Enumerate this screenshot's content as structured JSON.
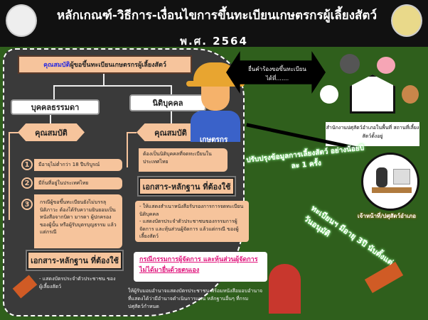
{
  "header": {
    "title": "หลักเกณฑ์-วิธีการ-เงื่อนไขการขึ้นทะเบียนเกษตรกรผู้เลี้ยงสัตว์",
    "year": "พ.ศ. 2564"
  },
  "main_heading": {
    "highlight": "คุณสมบัติ",
    "rest": "ผู้ขอขึ้นทะเบียนเกษตรกรผู้เลี้ยงสัตว์"
  },
  "natural_person": {
    "label": "บุคคลธรรมดา",
    "qual_label": "คุณสมบัติ",
    "items": [
      {
        "num": "1",
        "text": "มีอายุไม่ต่ำกว่า 18 ปีบริบูรณ์"
      },
      {
        "num": "2",
        "text": "มีถิ่นที่อยู่ในประเทศไทย"
      },
      {
        "num": "3",
        "text": "กรณีผู้ขอขึ้นทะเบียนยังไม่บรรลุนิติภาวะ ต้องได้รับความยินยอมเป็นหนังสือจากบิดา มารดา ผู้ปกครองของผู้นั้น หรือผู้รับบุตรบุญธรรม แล้วแต่กรณี"
      }
    ],
    "docs_label": "เอกสาร-หลักฐาน ที่ต้องใช้",
    "docs_text": "- แสดงบัตรประจำตัวประชาชน ของผู้เลี้ยงสัตว์"
  },
  "juristic_person": {
    "label": "นิติบุคคล",
    "qual_label": "คุณสมบัติ",
    "qual_text": "ต้องเป็นนิติบุคคลที่จดทะเบียนใน ประเทศไทย",
    "docs_label": "เอกสาร-หลักฐาน ที่ต้องใช้",
    "docs_text1": "- ให้แสดงสำเนาหนังสือรับรองการการจดทะเบียนนิติบุคคล",
    "docs_text2": "- แสดงบัตรประจำตัวประชาชนของกรรมการผู้จัดการ และหุ้นส่วนผู้จัดการ แล้วแต่กรณี ของผู้เลี้ยงสัตว์",
    "case_title": "กรณีกรรมการผู้จัดการ และหุ้นส่วนผู้จัดการไม่ได้มายื่นด้วยตนเอง",
    "case_text": "ให้ผู้รับมอบอำนาจแสดงบัตรประชาชน พร้อมหนังสือมอบอำนาจที่แสดงได้ว่ามีอำนาจดำเนินการแทน หลักฐานอื่นๆ ที่กรมปศุสัตว์กำหนด"
  },
  "farmer_label": "เกษตรกร",
  "submit_arrow": "ยื่นคำร้องขอขึ้นทะเบียน ได้ที่.......",
  "office_text": "สำนักงานปศุสัตว์อำเภอในพื้นที่ สถานที่เลี้ยงสัตว์ตั้งอยู่",
  "update_text": "ปรับปรุงข้อมูลการเลี้ยงสัตว์ อย่างน้อยปีละ 1 ครั้ง",
  "officer_label": "เจ้าหน้าที่/ปศุสัตว์อำเภอ",
  "validity_text": "ทะเบียนฯ มีอายุ 3ปี นับตั้งแต่วันอนุมัติ",
  "colors": {
    "green": "#2f5f1c",
    "dark": "#3a3a3a",
    "salmon": "#f6c49c",
    "pink": "#e0157c"
  }
}
